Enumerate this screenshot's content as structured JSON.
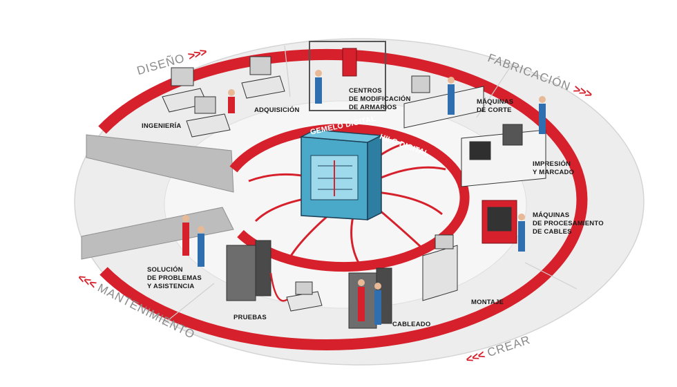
{
  "phases": {
    "diseno": "DISEÑO",
    "fabricacion": "FABRICACIÓN",
    "crear": "CREAR",
    "mantenimiento": "MANTENIMIENTO"
  },
  "arrows": {
    "forward": ">>>",
    "backward": "<<<"
  },
  "center": {
    "gemelo": "GEMELO DIGITAL",
    "hilo": "HILO DIGITAL"
  },
  "stations": {
    "ingenieria": "INGENIERÍA",
    "adquisicion": "ADQUISICIÓN",
    "centros": "CENTROS\nDE MODIFICACIÓN\nDE ARMARIOS",
    "corte": "MÁQUINAS\nDE CORTE",
    "impresion": "IMPRESIÓN\nY MARCADO",
    "procesamiento": "MÁQUINAS\nDE PROCESAMIENTO\nDE CABLES",
    "montaje": "MONTAJE",
    "cableado": "CABLEADO",
    "pruebas": "PRUEBAS",
    "solucion": "SOLUCIÓN\nDE PROBLEMAS\nY ASISTENCIA"
  },
  "colors": {
    "accent": "#d6202b",
    "platform": "#ececec",
    "phase_text": "#8a8a8a"
  }
}
